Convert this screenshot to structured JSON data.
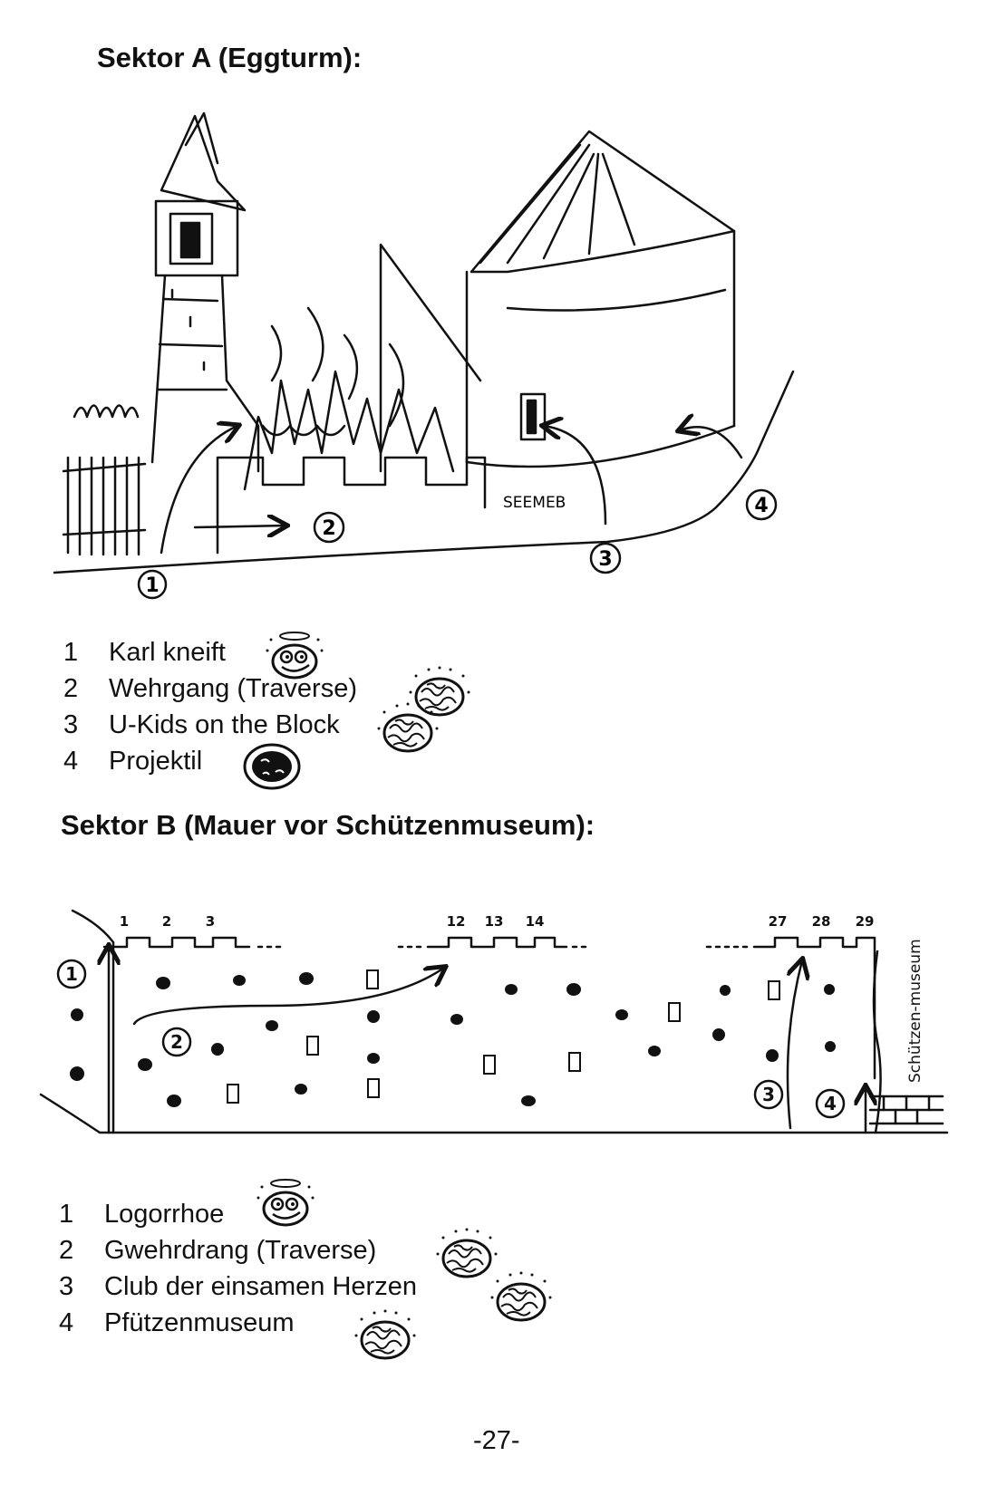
{
  "sector_a": {
    "title": "Sektor A (Eggturm):",
    "sketch_labels": [
      "1",
      "2",
      "3",
      "4"
    ],
    "sketch_text": "SEEMEB",
    "routes": [
      {
        "number": "1",
        "name": "Karl kneift",
        "icon": "smiley-halo-icon"
      },
      {
        "number": "2",
        "name": "Wehrgang (Traverse)",
        "icon": "scribble-ball-icon"
      },
      {
        "number": "3",
        "name": "U-Kids on the Block",
        "icon": "scribble-ball-icon"
      },
      {
        "number": "4",
        "name": "Projektil",
        "icon": "dark-scribble-ball-icon"
      }
    ]
  },
  "sector_b": {
    "title": "Sektor B (Mauer vor Schützenmuseum):",
    "sketch_labels": [
      "1",
      "2",
      "3",
      "4"
    ],
    "battlement_numbers": [
      "1",
      "2",
      "3",
      "12",
      "13",
      "14",
      "27",
      "28",
      "29"
    ],
    "building_label": "Schützen-museum",
    "routes": [
      {
        "number": "1",
        "name": "Logorrhoe",
        "icon": "smiley-halo-icon"
      },
      {
        "number": "2",
        "name": "Gwehrdrang (Traverse)",
        "icon": "scribble-ball-icon"
      },
      {
        "number": "3",
        "name": "Club der einsamen Herzen",
        "icon": "scribble-ball-icon"
      },
      {
        "number": "4",
        "name": "Pfützenmuseum",
        "icon": "scribble-ball-icon"
      }
    ]
  },
  "page_number": "-27-"
}
